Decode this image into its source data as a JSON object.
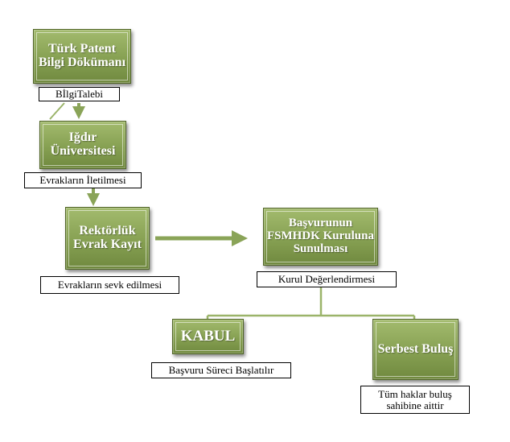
{
  "nodes": {
    "turk_patent": "Türk Patent Bilgi Dökümanı",
    "igdir": "Iğdır Üniversitesi",
    "rektorluk": "Rektörlük Evrak Kayıt",
    "basvuru_fsmhdk": "Başvurunun FSMHDK Kuruluna Sunulması",
    "kabul": "KABUL",
    "serbest": "Serbest Buluş"
  },
  "labels": {
    "bilgi_talebi": "BİlgiTalebi",
    "evrak_iletilmesi": "Evrakların İletilmesi",
    "evrak_sevk": "Evrakların sevk edilmesi",
    "kurul": "Kurul Değerlendirmesi",
    "basvuru_sureci": "Başvuru Süreci Başlatılır",
    "tum_haklar": "Tüm haklar buluş sahibine aittir"
  },
  "colors": {
    "node_fill": "#86a052",
    "connector": "#9bb46a",
    "border": "#4f6424"
  }
}
